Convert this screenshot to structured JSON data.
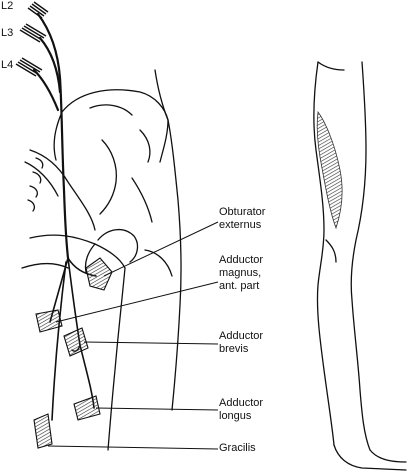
{
  "roots": [
    "L2",
    "L3",
    "L4"
  ],
  "muscles": [
    {
      "lines": [
        "Obturator",
        "externus"
      ]
    },
    {
      "lines": [
        "Adductor",
        "magnus,",
        "ant. part"
      ]
    },
    {
      "lines": [
        "Adductor",
        "brevis"
      ]
    },
    {
      "lines": [
        "Adductor",
        "longus"
      ]
    },
    {
      "lines": [
        "Gracilis"
      ]
    }
  ],
  "colors": {
    "line": "#111111",
    "hatch": "#333333",
    "background": "#ffffff"
  }
}
